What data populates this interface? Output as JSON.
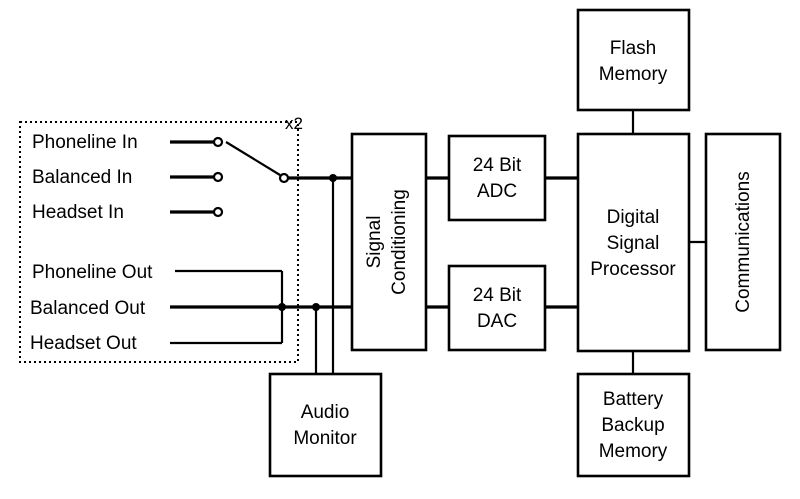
{
  "colors": {
    "stroke": "#000000",
    "background": "#ffffff"
  },
  "diagram": {
    "multiplier": "x2",
    "inputs": {
      "phoneline_in": "Phoneline In",
      "balanced_in": "Balanced In",
      "headset_in": "Headset In"
    },
    "outputs": {
      "phoneline_out": "Phoneline Out",
      "balanced_out": "Balanced Out",
      "headset_out": "Headset Out"
    },
    "blocks": {
      "signal_conditioning": {
        "line1": "Signal",
        "line2": "Conditioning"
      },
      "adc": {
        "line1": "24 Bit",
        "line2": "ADC"
      },
      "dac": {
        "line1": "24 Bit",
        "line2": "DAC"
      },
      "dsp": {
        "line1": "Digital",
        "line2": "Signal",
        "line3": "Processor"
      },
      "flash": {
        "line1": "Flash",
        "line2": "Memory"
      },
      "battery": {
        "line1": "Battery",
        "line2": "Backup",
        "line3": "Memory"
      },
      "communications": {
        "label": "Communications"
      },
      "audio_monitor": {
        "line1": "Audio",
        "line2": "Monitor"
      }
    }
  }
}
